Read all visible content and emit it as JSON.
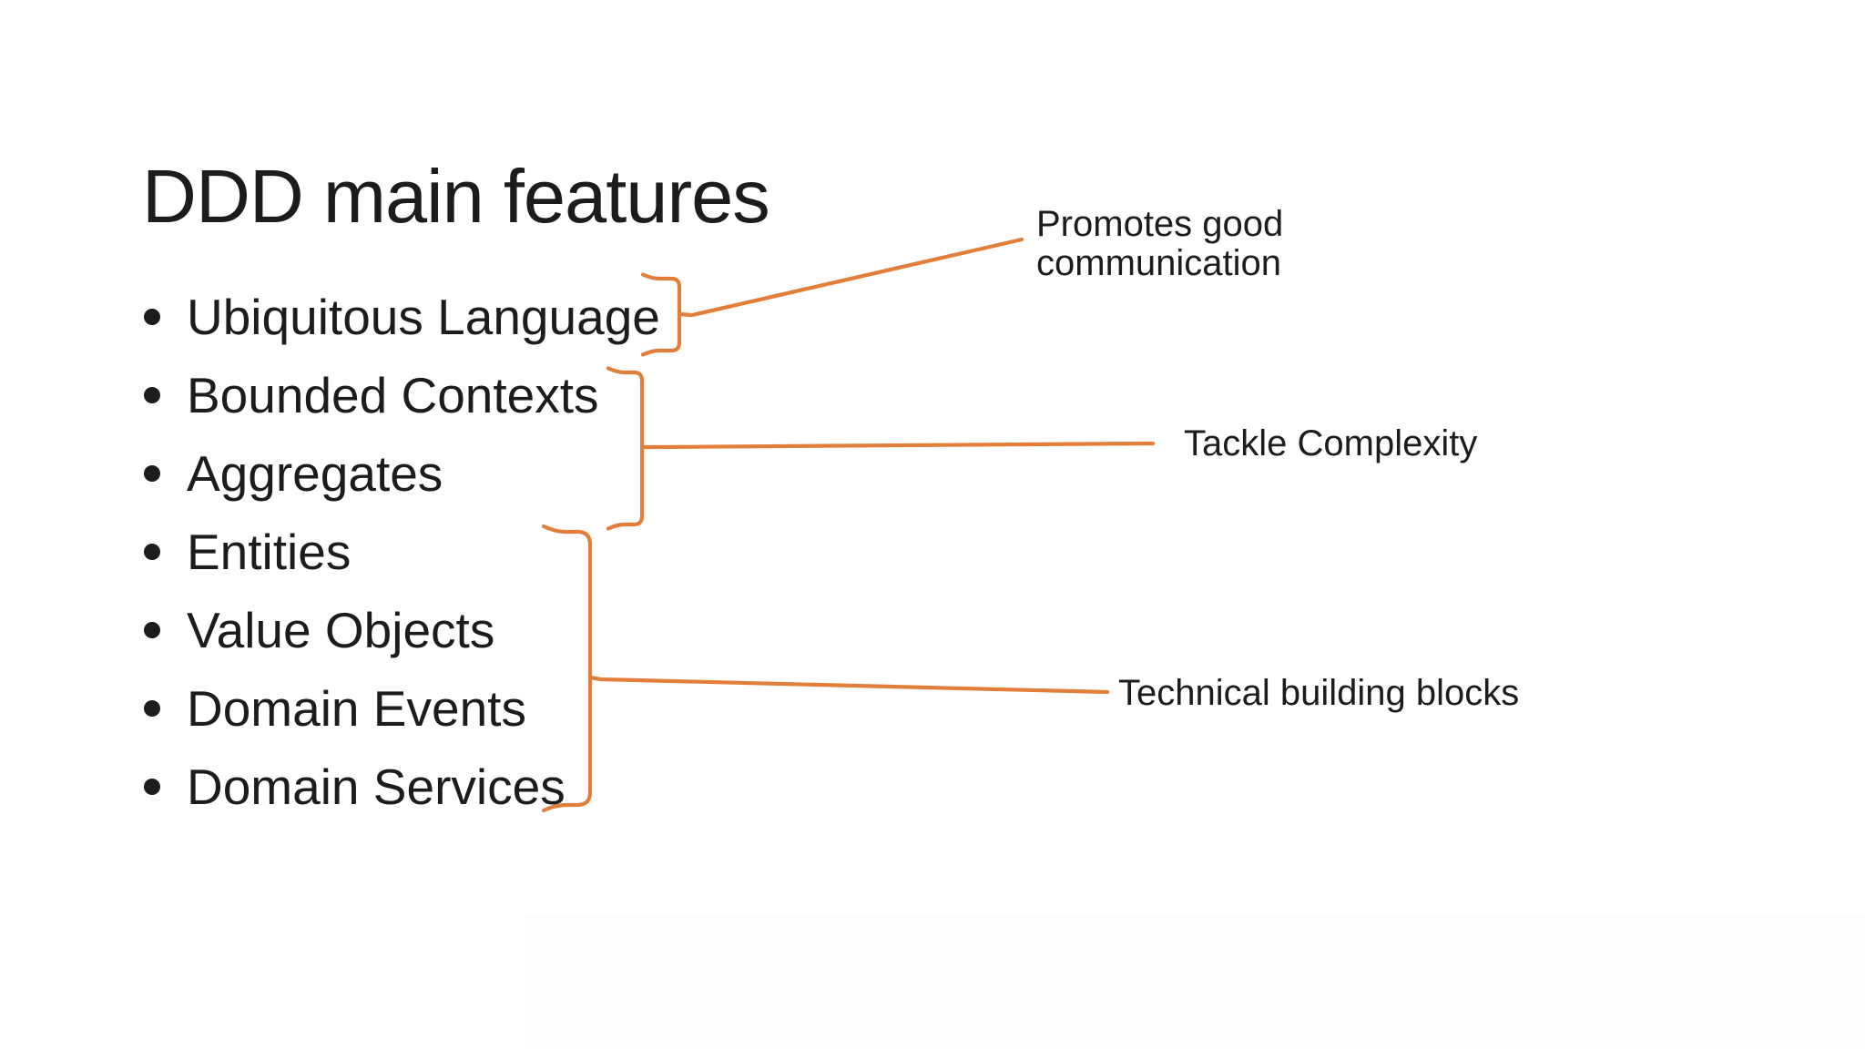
{
  "slide": {
    "title": "DDD main features",
    "bullets": [
      "Ubiquitous Language",
      "Bounded Contexts",
      "Aggregates",
      "Entities",
      "Value Objects",
      "Domain Events",
      "Domain Services"
    ],
    "annotations": [
      {
        "label": "Promotes good communication",
        "groups_bullets": [
          0,
          0
        ]
      },
      {
        "label": "Tackle Complexity",
        "groups_bullets": [
          1,
          2
        ]
      },
      {
        "label": "Technical building blocks",
        "groups_bullets": [
          3,
          6
        ]
      }
    ],
    "colors": {
      "accent": "#E27E39",
      "text": "#1C1C1C",
      "background": "#FFFFFF"
    }
  }
}
